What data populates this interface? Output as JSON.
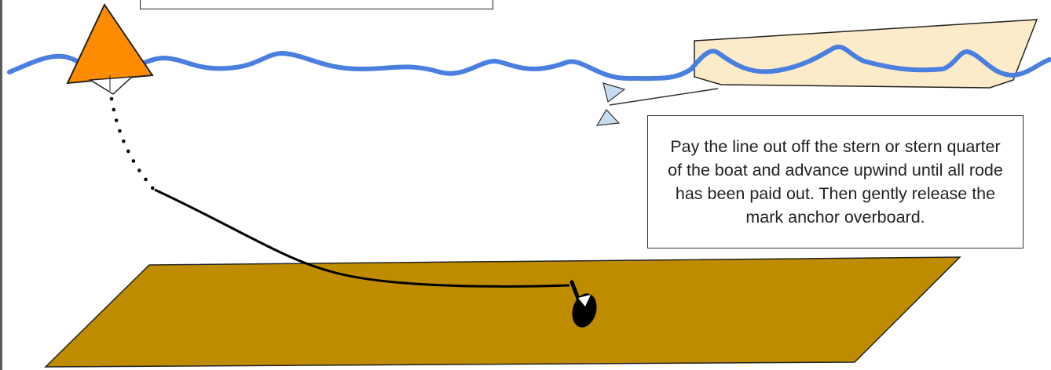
{
  "caption": {
    "text": "Pay the line out off the stern or stern quarter of the boat and advance upwind until all rode has been paid out. Then gently release the mark anchor overboard."
  },
  "colors": {
    "water": "#4a7fe0",
    "buoy": "#ff8c00",
    "boat": "#fcebc8",
    "seabed": "#bf8c00",
    "rudder": "#c8dcf0",
    "line": "#000000"
  },
  "icons": {
    "buoy": "triangle-mark-buoy",
    "boat": "boat-hull",
    "anchor": "anchor-icon",
    "rudder": "rudder-icon"
  }
}
